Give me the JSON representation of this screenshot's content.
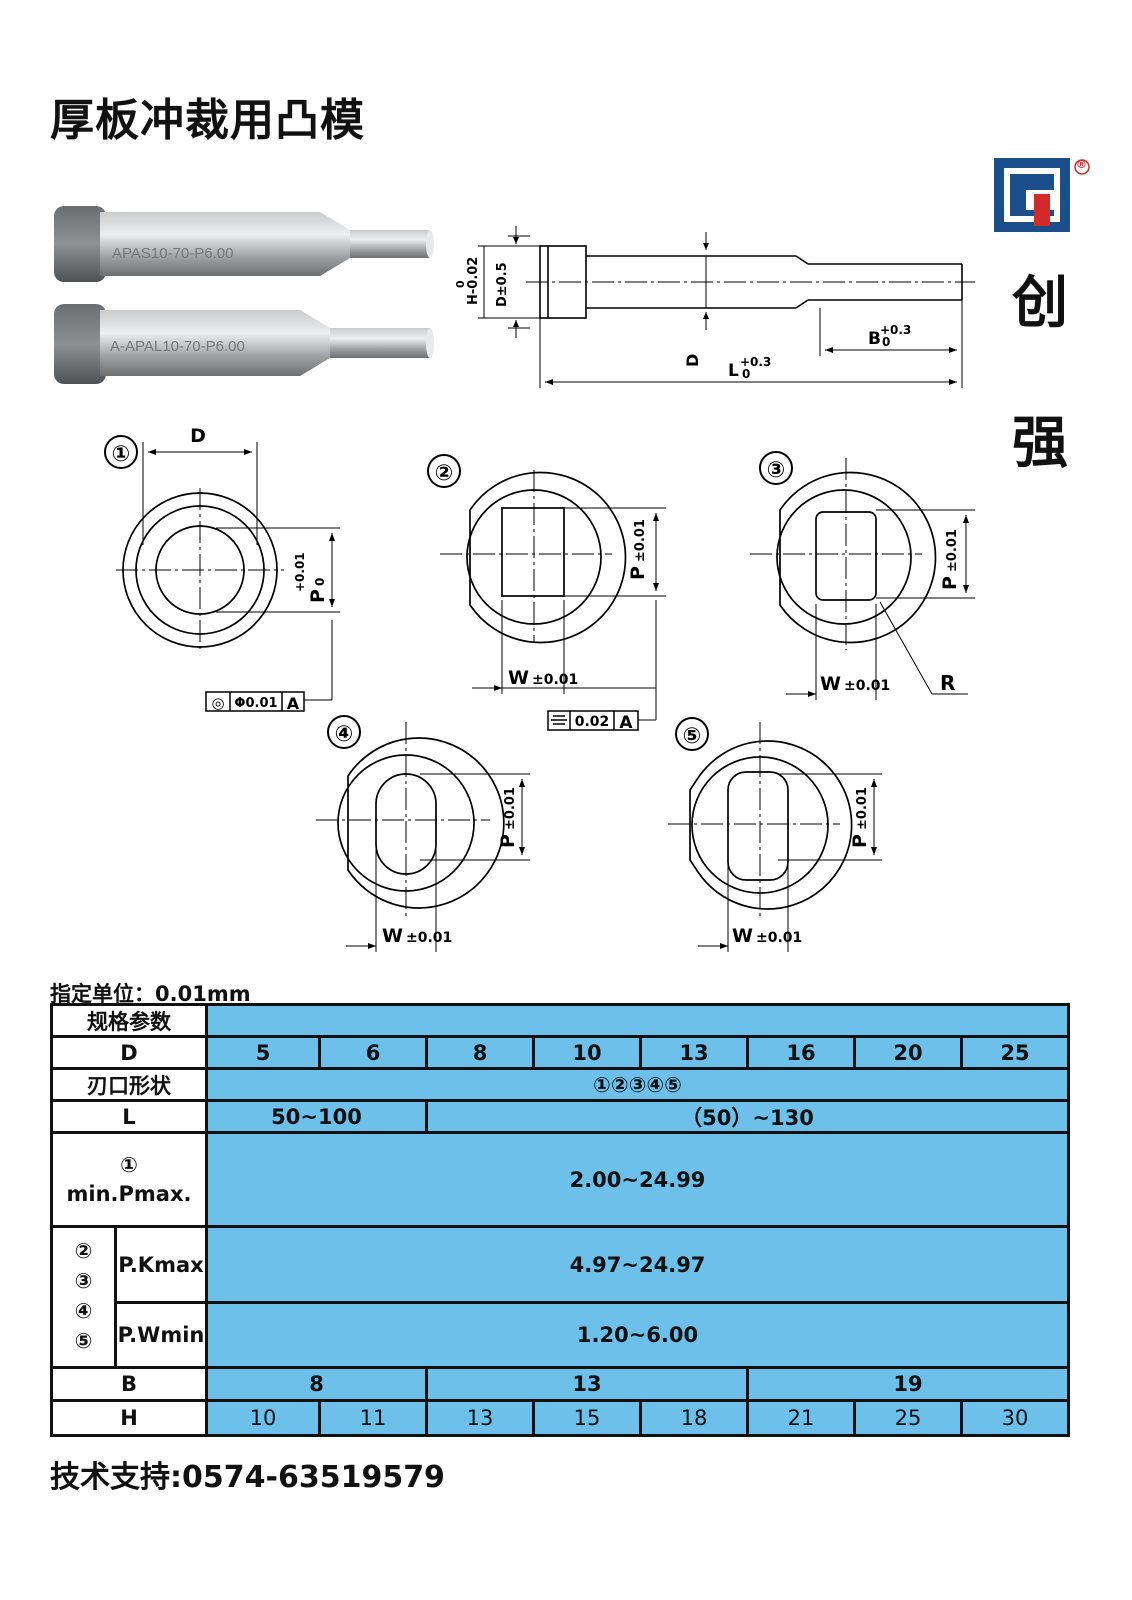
{
  "title": "厚板冲裁用凸模",
  "brand": {
    "char1": "创",
    "char2": "强",
    "registered": "®"
  },
  "photo": {
    "label_top": "APAS10-70-P6.00",
    "label_bottom": "A-APAL10-70-P6.00"
  },
  "drawing": {
    "h_dim": "H-0.02",
    "h_dim_sup": "0",
    "d_head_dim": "D±0.5",
    "d_label": "D",
    "l_label": "L",
    "l_sup": "+0.3",
    "l_sub": "0",
    "b_label": "B",
    "b_sup": "+0.3",
    "b_sub": "0"
  },
  "shapes": {
    "s1": {
      "num": "①",
      "d_label": "D",
      "p_label": "P",
      "p_sup": "+0.01",
      "p_sub": "0",
      "tol_symbol": "◎",
      "tol_value": "Φ0.01",
      "tol_ref": "A"
    },
    "s2": {
      "num": "②",
      "p_label": "P",
      "p_tol": "±0.01",
      "w_label": "W",
      "w_tol": "±0.01",
      "sym_value": "0.02",
      "sym_ref": "A"
    },
    "s3": {
      "num": "③",
      "p_label": "P",
      "p_tol": "±0.01",
      "w_label": "W",
      "w_tol": "±0.01",
      "r_label": "R"
    },
    "s4": {
      "num": "④",
      "p_label": "P",
      "p_tol": "±0.01",
      "w_label": "W",
      "w_tol": "±0.01"
    },
    "s5": {
      "num": "⑤",
      "p_label": "P",
      "p_tol": "±0.01",
      "w_label": "W",
      "w_tol": "±0.01"
    }
  },
  "unit_note": "指定单位：0.01mm",
  "table": {
    "spec_label": "规格参数",
    "d_label": "D",
    "d_values": [
      "5",
      "6",
      "8",
      "10",
      "13",
      "16",
      "20",
      "25"
    ],
    "shape_label": "刃口形状",
    "shape_value": "①②③④⑤",
    "l_label": "L",
    "l_value_1": "50~100",
    "l_value_2": "（50）~130",
    "p1_num": "①",
    "p1_label": "min.Pmax.",
    "p1_value": "2.00~24.99",
    "group_nums": [
      "②",
      "③",
      "④",
      "⑤"
    ],
    "pk_label": "P.Kmax",
    "pk_value": "4.97~24.97",
    "pw_label": "P.Wmin",
    "pw_value": "1.20~6.00",
    "b_label": "B",
    "b_values": [
      "8",
      "13",
      "19"
    ],
    "h_label": "H",
    "h_values": [
      "10",
      "11",
      "13",
      "15",
      "18",
      "21",
      "25",
      "30"
    ]
  },
  "footer": "技术支持:0574-63519579",
  "colors": {
    "table_blue": "#6cc0ea",
    "brand_blue": "#1a4f8c",
    "brand_red": "#d42a2a"
  }
}
